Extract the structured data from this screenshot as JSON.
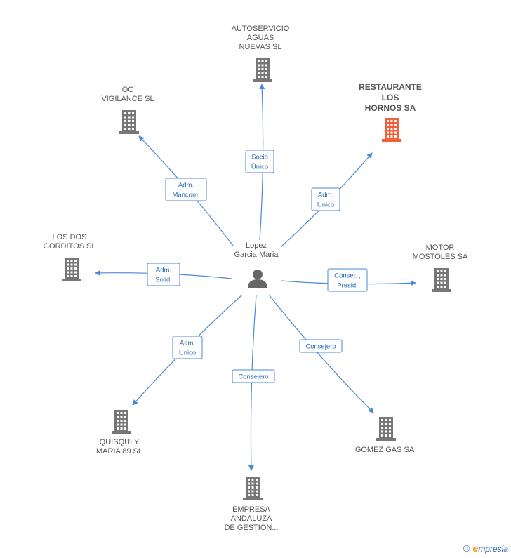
{
  "center": {
    "lines": [
      "Lopez",
      "Garcia Maria"
    ],
    "icon": "person-icon"
  },
  "companies": [
    {
      "id": "autoservicio",
      "lines": [
        "AUTOSERVICIO",
        "AGUAS",
        "NUEVAS SL"
      ],
      "color": "#777777",
      "highlight": false,
      "relation": [
        "Socio",
        "Único"
      ]
    },
    {
      "id": "restaurante",
      "lines": [
        "RESTAURANTE",
        "LOS",
        "HORNOS SA"
      ],
      "color": "#f0603a",
      "highlight": true,
      "relation": [
        "Adm.",
        "Unico"
      ]
    },
    {
      "id": "oc-vigilance",
      "lines": [
        "OC",
        "VIGILANCE SL"
      ],
      "color": "#777777",
      "highlight": false,
      "relation": [
        "Adm.",
        "Mancom."
      ]
    },
    {
      "id": "los-dos-gorditos",
      "lines": [
        "LOS DOS",
        "GORDITOS  SL"
      ],
      "color": "#777777",
      "highlight": false,
      "relation": [
        "Adm.",
        "Solid."
      ]
    },
    {
      "id": "motor-mostoles",
      "lines": [
        "MOTOR",
        "MOSTOLES SA"
      ],
      "color": "#777777",
      "highlight": false,
      "relation": [
        "Consej. ,",
        "Presid."
      ]
    },
    {
      "id": "quisqui",
      "lines": [
        "QUISQUI Y",
        "MARIA 89 SL"
      ],
      "color": "#777777",
      "highlight": false,
      "relation": [
        "Adm.",
        "Unico"
      ]
    },
    {
      "id": "gomez-gas",
      "lines": [
        "GOMEZ GAS SA"
      ],
      "color": "#777777",
      "highlight": false,
      "relation": [
        "Consejero"
      ]
    },
    {
      "id": "empresa-andaluza",
      "lines": [
        "EMPRESA",
        "ANDALUZA",
        "DE GESTION..."
      ],
      "color": "#777777",
      "highlight": false,
      "relation": [
        "Consejero"
      ]
    }
  ],
  "brand": {
    "copyright": "©",
    "initial": "e",
    "rest": "mpresia"
  },
  "colors": {
    "edge": "#4a8ad4",
    "label_text": "#2a6db5"
  }
}
